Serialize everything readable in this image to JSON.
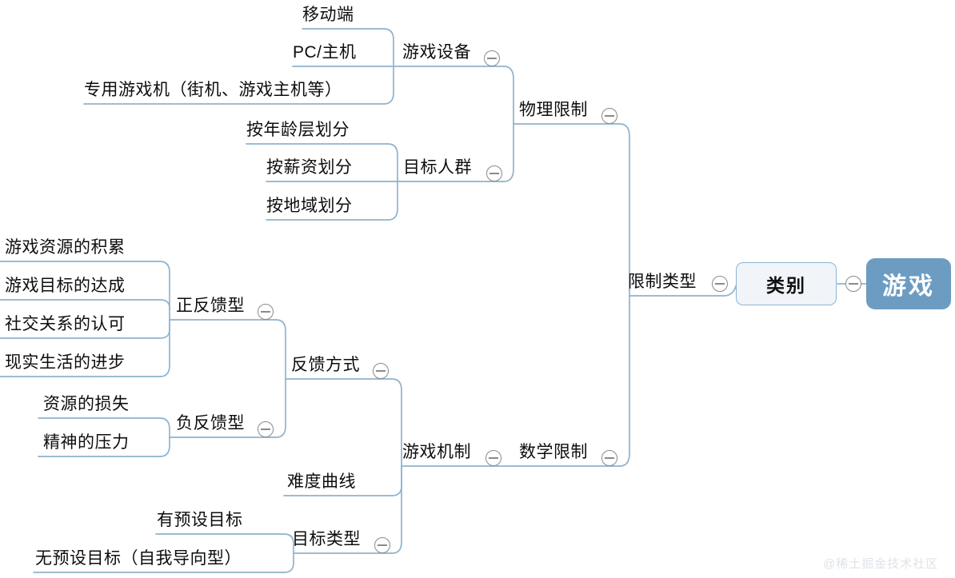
{
  "diagram": {
    "type": "mindmap",
    "title": "游戏",
    "watermark": "@稀土掘金技术社区",
    "colors": {
      "root_fill": "#6d9cc2",
      "root_text": "#ffffff",
      "box_fill": "#f1f4f9",
      "box_border": "#8fb3d6",
      "connector": "#8fb3cd",
      "text": "#0d0d0d",
      "collapse_stroke": "#8a8a8a",
      "background": "#ffffff",
      "watermark": "#dfe3e8"
    },
    "root": {
      "label": "游戏",
      "children": [
        {
          "label": "类别",
          "children": [
            {
              "label": "限制类型",
              "children": [
                {
                  "label": "物理限制",
                  "children": [
                    {
                      "label": "游戏设备",
                      "children": [
                        {
                          "label": "移动端"
                        },
                        {
                          "label": "PC/主机"
                        },
                        {
                          "label": "专用游戏机（街机、游戏主机等）"
                        }
                      ]
                    },
                    {
                      "label": "目标人群",
                      "children": [
                        {
                          "label": "按年龄层划分"
                        },
                        {
                          "label": "按薪资划分"
                        },
                        {
                          "label": "按地域划分"
                        }
                      ]
                    }
                  ]
                },
                {
                  "label": "数学限制",
                  "children": [
                    {
                      "label": "游戏机制",
                      "children": [
                        {
                          "label": "反馈方式",
                          "children": [
                            {
                              "label": "正反馈型",
                              "children": [
                                {
                                  "label": "游戏资源的积累"
                                },
                                {
                                  "label": "游戏目标的达成"
                                },
                                {
                                  "label": "社交关系的认可"
                                },
                                {
                                  "label": "现实生活的进步"
                                }
                              ]
                            },
                            {
                              "label": "负反馈型",
                              "children": [
                                {
                                  "label": "资源的损失"
                                },
                                {
                                  "label": "精神的压力"
                                }
                              ]
                            }
                          ]
                        },
                        {
                          "label": "难度曲线"
                        },
                        {
                          "label": "目标类型",
                          "children": [
                            {
                              "label": "有预设目标"
                            },
                            {
                              "label": "无预设目标（自我导向型）"
                            }
                          ]
                        }
                      ]
                    }
                  ]
                }
              ]
            }
          ]
        }
      ]
    }
  },
  "nodes": {
    "root": {
      "label": "游戏"
    },
    "category": {
      "label": "类别"
    },
    "restriction_type": {
      "label": "限制类型"
    },
    "physical_limit": {
      "label": "物理限制"
    },
    "math_limit": {
      "label": "数学限制"
    },
    "game_device": {
      "label": "游戏设备"
    },
    "mobile": {
      "label": "移动端"
    },
    "pc_console": {
      "label": "PC/主机"
    },
    "dedicated_console": {
      "label": "专用游戏机（街机、游戏主机等）"
    },
    "target_audience": {
      "label": "目标人群"
    },
    "by_age": {
      "label": "按年龄层划分"
    },
    "by_salary": {
      "label": "按薪资划分"
    },
    "by_region": {
      "label": "按地域划分"
    },
    "game_mechanism": {
      "label": "游戏机制"
    },
    "feedback_mode": {
      "label": "反馈方式"
    },
    "positive_feedback": {
      "label": "正反馈型"
    },
    "resource_accum": {
      "label": "游戏资源的积累"
    },
    "goal_achieve": {
      "label": "游戏目标的达成"
    },
    "social_approval": {
      "label": "社交关系的认可"
    },
    "real_life_progress": {
      "label": "现实生活的进步"
    },
    "negative_feedback": {
      "label": "负反馈型"
    },
    "resource_loss": {
      "label": "资源的损失"
    },
    "mental_pressure": {
      "label": "精神的压力"
    },
    "difficulty_curve": {
      "label": "难度曲线"
    },
    "goal_type": {
      "label": "目标类型"
    },
    "preset_goal": {
      "label": "有预设目标"
    },
    "no_preset_goal": {
      "label": "无预设目标（自我导向型）"
    }
  },
  "footer": {
    "watermark": "@稀土掘金技术社区"
  }
}
